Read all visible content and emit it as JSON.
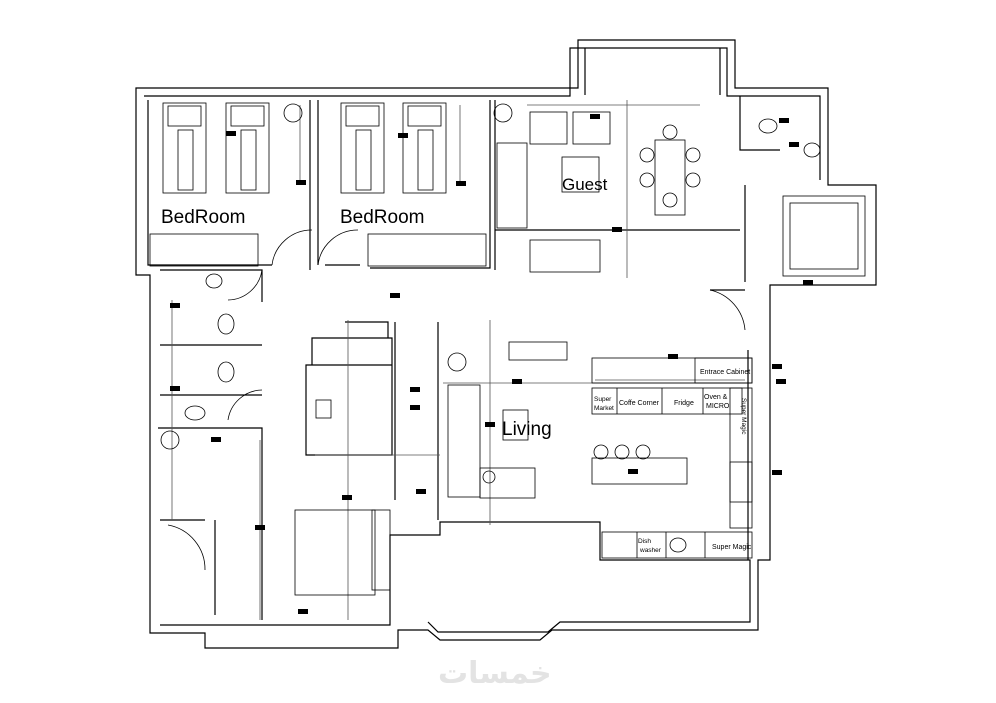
{
  "rooms": {
    "bedroom_1": "BedRoom",
    "bedroom_2": "BedRoom",
    "guest": "Guest",
    "living": "Living"
  },
  "kitchen": {
    "entrance_cabinet": "Entrace Cabinet",
    "super_market": [
      "Super",
      "Market"
    ],
    "coffee_corner": "Coffe Corner",
    "fridge": "Fridge",
    "oven": [
      "Oven &",
      "MICRO"
    ],
    "super_magic_side": "Super Magic",
    "dishwasher": [
      "Dish",
      "washer"
    ],
    "super_magic_bottom": "Super Magic"
  },
  "watermark": "خمسات"
}
